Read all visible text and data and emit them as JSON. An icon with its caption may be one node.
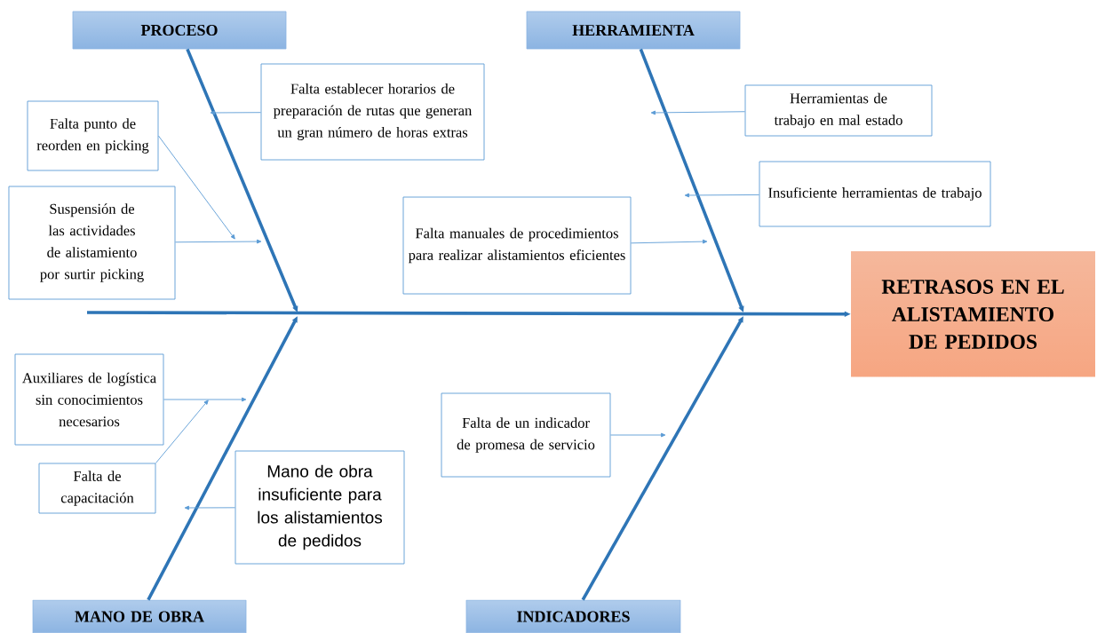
{
  "diagram": {
    "nodes": [
      {
        "text": [
          "PROCESO"
        ]
      },
      {
        "text": [
          "HERRAMIENTA"
        ]
      },
      {
        "text": [
          "MANO DE OBRA"
        ]
      },
      {
        "text": [
          "INDICADORES"
        ]
      },
      {
        "text": [
          "RETRASOS EN EL ALISTAMIENTO DE PEDIDOS"
        ]
      },
      {
        "text": [
          "Falta establecer horarios de preparación de rutas que generan un gran número de horas extras"
        ]
      },
      {
        "text": [
          "Falta punto de reorden en picking"
        ]
      },
      {
        "text": [
          "Suspensión de las actividades de alistamiento por surtir picking"
        ]
      },
      {
        "text": [
          "Falta manuales de procedimientos para realizar alistamientos eficientes"
        ]
      },
      {
        "text": [
          "Herramientas de trabajo en mal estado"
        ]
      },
      {
        "text": [
          "Insuficiente herramientas de trabajo"
        ]
      },
      {
        "text": [
          "Auxiliares de logística sin conocimientos necesarios"
        ]
      },
      {
        "text": [
          "Falta de capacitación"
        ]
      },
      {
        "text": [
          "Mano de obra insuficiente para los alistamientos de pedidos"
        ]
      },
      {
        "text": [
          "Falta de un indicador de promesa de servicio"
        ]
      }
    ],
    "edges": [
      {
        "from": null,
        "to": 4,
        "arrow": "to",
        "style": "thick",
        "color": "#2e75b6"
      },
      {
        "from": 0,
        "to": null,
        "arrow": "to",
        "style": "thick",
        "color": "#2e75b6"
      },
      {
        "from": 1,
        "to": null,
        "arrow": "to",
        "style": "thick",
        "color": "#2e75b6"
      },
      {
        "from": 2,
        "to": null,
        "arrow": "to",
        "style": "thick",
        "color": "#2e75b6"
      },
      {
        "from": 3,
        "to": null,
        "arrow": "to",
        "style": "thick",
        "color": "#2e75b6"
      },
      {
        "from": 5,
        "to": null,
        "arrow": "to"
      },
      {
        "from": 6,
        "to": null,
        "arrow": "to"
      },
      {
        "from": 7,
        "to": null,
        "arrow": "to"
      },
      {
        "from": 8,
        "to": null,
        "arrow": "to"
      },
      {
        "from": 9,
        "to": null,
        "arrow": "to"
      },
      {
        "from": 10,
        "to": null,
        "arrow": "to"
      },
      {
        "from": 11,
        "to": null,
        "arrow": "to"
      },
      {
        "from": 12,
        "to": null,
        "arrow": "to"
      },
      {
        "from": 13,
        "to": null,
        "arrow": "to"
      },
      {
        "from": 14,
        "to": null,
        "arrow": "to"
      }
    ]
  }
}
